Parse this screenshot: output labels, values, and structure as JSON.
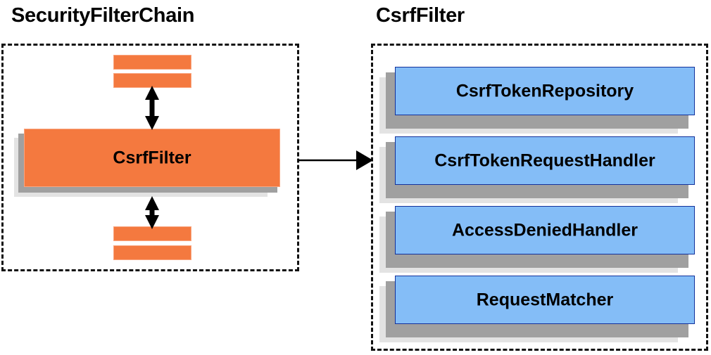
{
  "diagram": {
    "title_left": "SecurityFilterChain",
    "title_right": "CsrfFilter",
    "colors": {
      "orange_fill": "#f4793f",
      "orange_border": "#f9a57f",
      "blue_fill": "#84bdf7",
      "blue_border": "#13319b",
      "shadow_near": "#a0a0a0",
      "shadow_far": "#e3e3e3",
      "outline": "#111111",
      "arrow": "#000000",
      "background": "#ffffff"
    },
    "left_panel": {
      "title": "SecurityFilterChain",
      "main_block_label": "CsrfFilter",
      "filters_above": [
        "",
        ""
      ],
      "filters_below": [
        "",
        ""
      ],
      "arrow_above_label": "",
      "arrow_below_label": ""
    },
    "right_panel": {
      "title": "CsrfFilter",
      "collaborators": [
        {
          "label": "CsrfTokenRepository"
        },
        {
          "label": "CsrfTokenRequestHandler"
        },
        {
          "label": "AccessDeniedHandler"
        },
        {
          "label": "RequestMatcher"
        }
      ]
    },
    "connector": {
      "name": "csrffilter-to-detail-arrow",
      "from": "CsrfFilter",
      "to": "CsrfFilter detail panel",
      "style": "single-headed solid arrow"
    }
  }
}
